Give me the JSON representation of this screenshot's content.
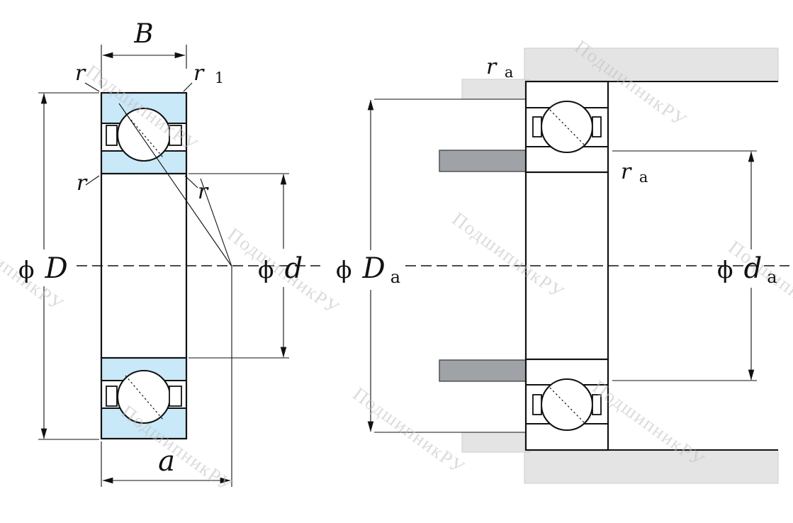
{
  "watermark": {
    "text": "ПодшипникРУ"
  },
  "colors": {
    "ring_fill": "#c9e8f8",
    "housing_fill": "#e4e4e4",
    "shaft_shoulder_fill": "#9fa3a7",
    "line": "#111111",
    "watermark": "#bfbfbf"
  },
  "left_view": {
    "width_label": "B",
    "r_top_left": "r",
    "r1": {
      "base": "r",
      "sub": "1"
    },
    "r_mid_left": "r",
    "r_mid_right": "r",
    "outer_diameter": {
      "phi": "ϕ",
      "letter": "D"
    },
    "bore_diameter": {
      "phi": "ϕ",
      "letter": "d"
    },
    "contact_apex_label": "a"
  },
  "right_view": {
    "ra_top": {
      "base": "r",
      "sub": "a"
    },
    "ra_mid": {
      "base": "r",
      "sub": "a"
    },
    "housing_diameter": {
      "phi": "ϕ",
      "letter": "D",
      "sub": "a"
    },
    "shaft_diameter": {
      "phi": "ϕ",
      "letter": "d",
      "sub": "a"
    }
  }
}
